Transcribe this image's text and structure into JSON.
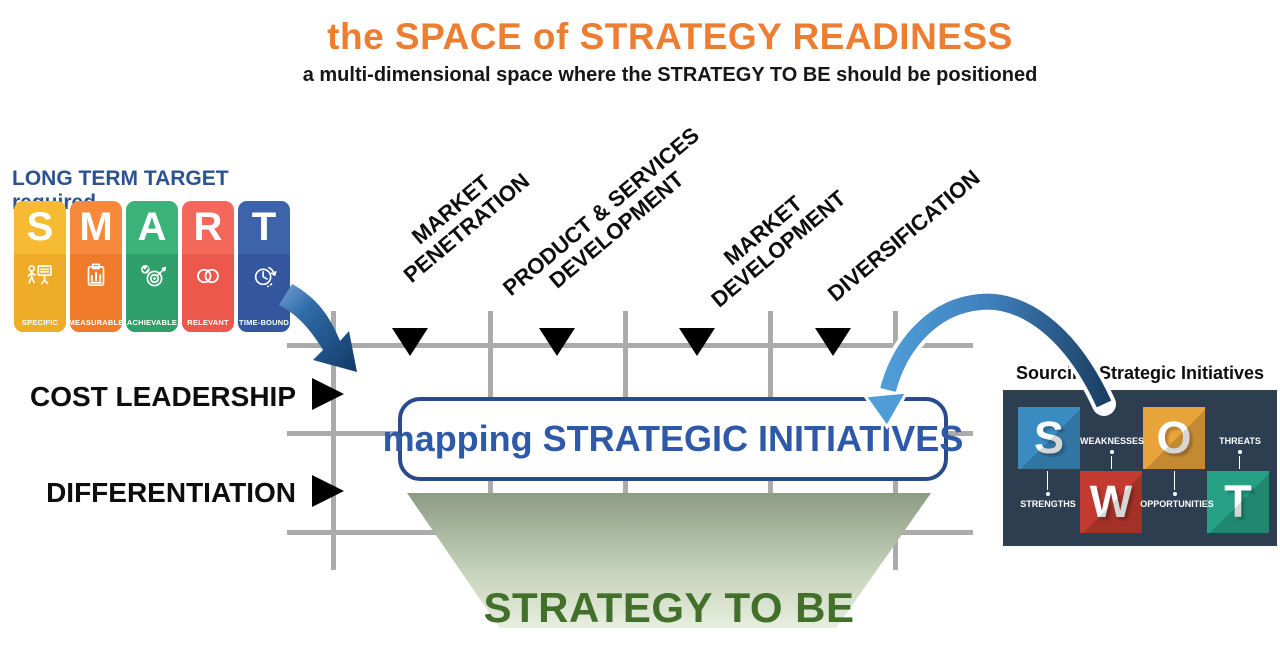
{
  "header": {
    "title": "the SPACE of STRATEGY READINESS",
    "subtitle": "a multi-dimensional space where the STRATEGY TO BE should be positioned",
    "title_color": "#ED7D31"
  },
  "smart": {
    "heading": "LONG TERM TARGET required",
    "heading_color": "#2B5394",
    "tiles": [
      {
        "letter": "S",
        "label": "SPECIFIC",
        "icon": "presenter-board-icon",
        "top_color": "#F7BB33",
        "bottom_color": "#EFAC29"
      },
      {
        "letter": "M",
        "label": "MEASURABLE",
        "icon": "clipboard-chart-icon",
        "top_color": "#F6893B",
        "bottom_color": "#F07B2B"
      },
      {
        "letter": "A",
        "label": "ACHIEVABLE",
        "icon": "target-check-icon",
        "top_color": "#3BB378",
        "bottom_color": "#2FA069"
      },
      {
        "letter": "R",
        "label": "RELEVANT",
        "icon": "overlap-circles-icon",
        "top_color": "#F4685C",
        "bottom_color": "#EC584B"
      },
      {
        "letter": "T",
        "label": "TIME-BOUND",
        "icon": "clock-arrow-icon",
        "top_color": "#3D63AB",
        "bottom_color": "#34569E"
      }
    ]
  },
  "matrix": {
    "grid_color": "#ABABAB",
    "columns": [
      {
        "line1": "MARKET",
        "line2": "PENETRATION"
      },
      {
        "line1": "PRODUCT & SERVICES",
        "line2": "DEVELOPMENT"
      },
      {
        "line1": "MARKET",
        "line2": "DEVELOPMENT"
      },
      {
        "line1": "DIVERSIFICATION",
        "line2": ""
      }
    ],
    "rows": [
      "COST LEADERSHIP",
      "DIFFERENTIATION"
    ]
  },
  "mapping_box": {
    "label": "mapping STRATEGIC INITIATIVES",
    "border_color": "#2B4A8C",
    "text_color": "#2E59A8"
  },
  "strategy_funnel": {
    "label": "STRATEGY TO BE",
    "text_color": "#42702B",
    "gradient_top": "#8C9B84",
    "gradient_bottom": "#E7EEDE",
    "gradient_css": "linear-gradient(180deg,#8C9B84 0%,#C3D0B8 55%,#E7EEDE 100%)"
  },
  "swot": {
    "heading": "Sourcing Strategic Initiatives",
    "panel_color": "#2C3E50",
    "tiles": [
      {
        "letter": "S",
        "color": "#3A8BC2"
      },
      {
        "letter": "W",
        "color": "#C23A30"
      },
      {
        "letter": "O",
        "color": "#E8A43B"
      },
      {
        "letter": "T",
        "color": "#27A186"
      }
    ],
    "labels": {
      "strengths": "STRENGTHS",
      "weaknesses": "WEAKNESSES",
      "opportunities": "OPPORTUNITIES",
      "threats": "THREATS"
    }
  },
  "arrows": {
    "smart_to_grid_colors": [
      "#7FA9D6",
      "#143E6C"
    ],
    "swot_to_box_colors": [
      "#4E9CD8",
      "#1B3F63"
    ]
  }
}
